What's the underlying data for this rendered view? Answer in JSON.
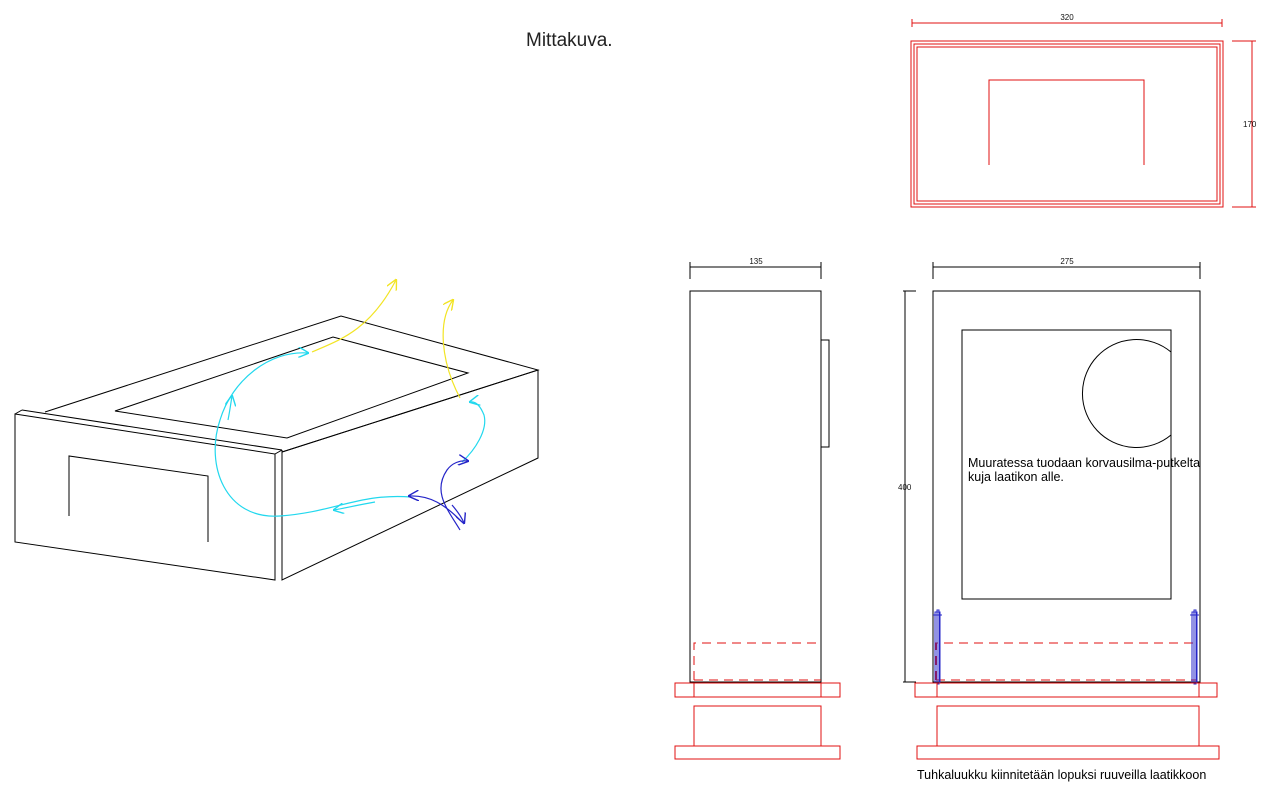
{
  "title": "Mittakuva.",
  "dimensions": {
    "top_width": "320",
    "top_depth": "170",
    "side_width": "135",
    "front_width": "275",
    "height": "400"
  },
  "notes": {
    "masonry_line1": "Muuratessa tuodaan korvausilma-putkelta",
    "masonry_line2": "kuja laatikon alle.",
    "ashdoor": "Tuhkaluukku kiinnitetään lopuksi ruuveilla laatikkoon"
  },
  "colors": {
    "outline": "#000000",
    "masonry": "#e01010",
    "airflow_warm": "#f2e424",
    "airflow_cyan": "#22d8ee",
    "airflow_blue": "#2424c8"
  }
}
